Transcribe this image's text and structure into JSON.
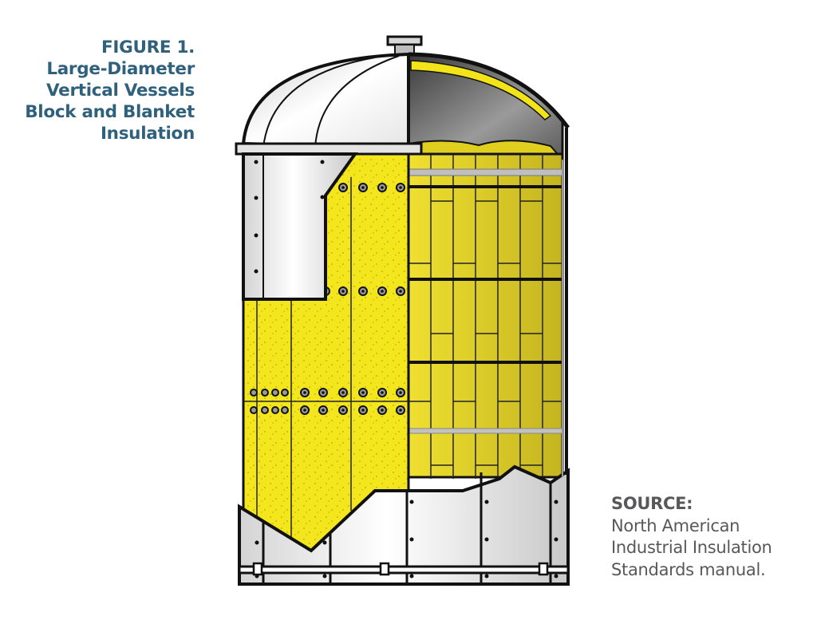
{
  "figure": {
    "label": "FIGURE 1.",
    "title_lines": [
      "Large-Diameter",
      "Vertical Vessels",
      "Block and Blanket",
      "Insulation"
    ],
    "title_color": "#2f607c"
  },
  "source": {
    "header": "SOURCE:",
    "lines": [
      "North American",
      "Industrial Insulation",
      "Standards manual."
    ],
    "text_color": "#58585a"
  },
  "illustration": {
    "subject": "vertical vessel with cutaway showing block and blanket insulation",
    "colors": {
      "insulation_yellow": "#f2e41a",
      "insulation_shadow": "#c9b81e",
      "jacket_metal": "#e6e6e6",
      "interior_dark": "#4a4a4a",
      "outline": "#111111",
      "band": "#b5b5b5"
    }
  }
}
